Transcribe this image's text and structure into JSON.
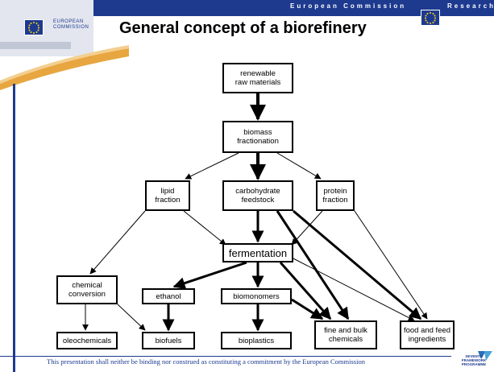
{
  "header": {
    "commission": "European Commission",
    "research": "Research",
    "logo_line1": "EUROPEAN",
    "logo_line2": "COMMISSION",
    "title": "General concept of a biorefinery"
  },
  "nodes": {
    "renewable": "renewable\nraw materials",
    "biomass": "biomass\nfractionation",
    "lipid": "lipid\nfraction",
    "carbohydrate": "carbohydrate\nfeedstock",
    "protein": "protein\nfraction",
    "fermentation": "fermentation",
    "chemical_conversion": "chemical\nconversion",
    "ethanol": "ethanol",
    "biomonomers": "biomonomers",
    "oleochemicals": "oleochemicals",
    "biofuels": "biofuels",
    "bioplastics": "bioplastics",
    "fine_bulk": "fine and bulk\nchemicals",
    "food_feed": "food and feed\ningredients"
  },
  "footer": {
    "disclaimer": "This presentation shall neither be binding nor construed as constituting a commitment by the European Commission",
    "fp7_line1": "SEVENTH FRAMEWORK",
    "fp7_line2": "PROGRAMME"
  },
  "colors": {
    "brand": "#1d3a8f",
    "accent": "#e8a640"
  }
}
